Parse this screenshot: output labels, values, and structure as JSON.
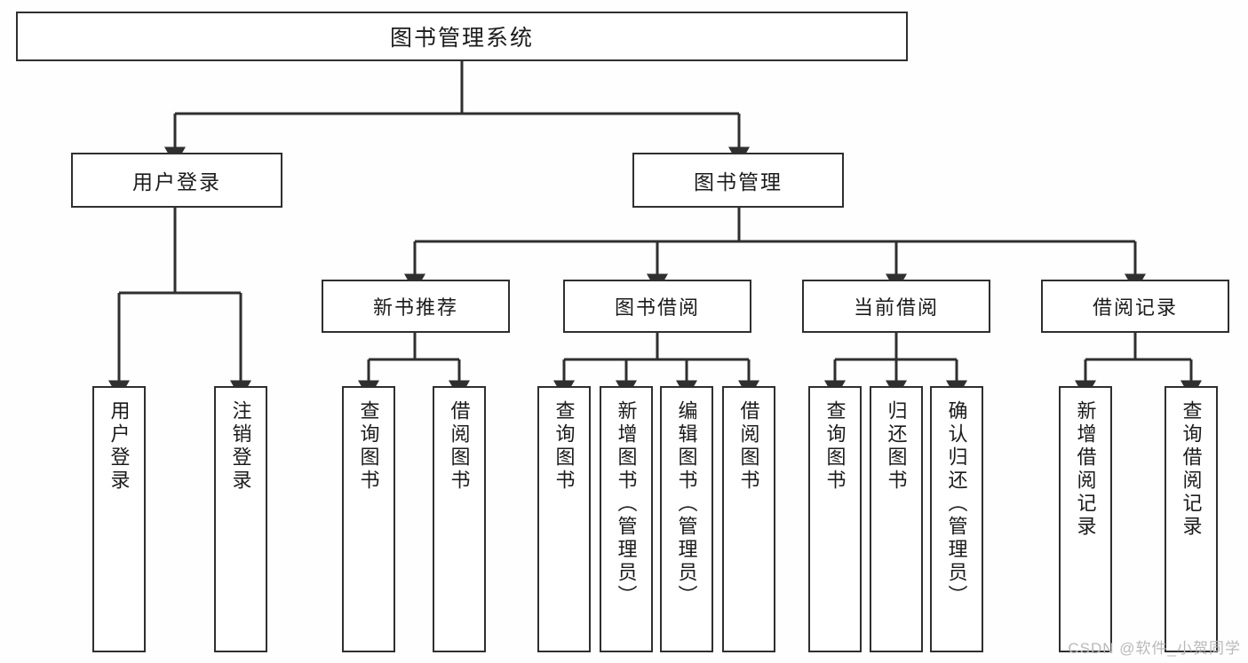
{
  "diagram": {
    "type": "tree",
    "title": "图书管理系统",
    "orientation": "top-down",
    "colors": {
      "line": "#2f2f2f",
      "box_border": "#2f2f2f",
      "box_fill": "#ffffff",
      "text": "#1b1b1b",
      "background": "#fefefe",
      "watermark": "#b9b9b9"
    },
    "nodes": {
      "root": {
        "label": "图书管理系统"
      },
      "level1": [
        {
          "label": "用户登录"
        },
        {
          "label": "图书管理"
        }
      ],
      "level2": [
        {
          "label": "新书推荐"
        },
        {
          "label": "图书借阅"
        },
        {
          "label": "当前借阅"
        },
        {
          "label": "借阅记录"
        }
      ],
      "leaves_user_login": [
        {
          "label": "用户登录"
        },
        {
          "label": "注销登录"
        }
      ],
      "leaves_new_books": [
        {
          "label": "查询图书"
        },
        {
          "label": "借阅图书"
        }
      ],
      "leaves_borrow": [
        {
          "label": "查询图书"
        },
        {
          "label": "新增图书（管理员）"
        },
        {
          "label": "编辑图书（管理员）"
        },
        {
          "label": "借阅图书"
        }
      ],
      "leaves_current": [
        {
          "label": "查询图书"
        },
        {
          "label": "归还图书"
        },
        {
          "label": "确认归还（管理员）"
        }
      ],
      "leaves_records": [
        {
          "label": "新增借阅记录"
        },
        {
          "label": "查询借阅记录"
        }
      ]
    },
    "watermark": "CSDN @软件_小贺同学"
  }
}
